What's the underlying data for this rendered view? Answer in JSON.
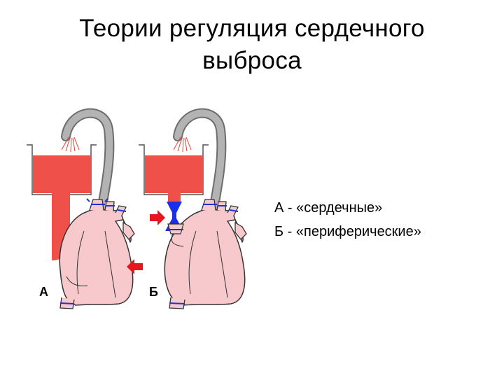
{
  "slide": {
    "title_line1": "Теории регуляция  сердечного",
    "title_line2": "выброса",
    "legend": {
      "item_a": "А - «сердечные»",
      "item_b": "Б - «периферические»"
    },
    "figure_labels": {
      "a": "А",
      "b": "Б"
    }
  },
  "colors": {
    "reservoir_fill": "#f0504a",
    "heart_fill": "#f7c9cc",
    "heart_outline": "#333333",
    "tube": "#a8a8a8",
    "arrow": "#e8161c",
    "constriction": "#1a2fe8",
    "ligature": "#2233cc"
  }
}
